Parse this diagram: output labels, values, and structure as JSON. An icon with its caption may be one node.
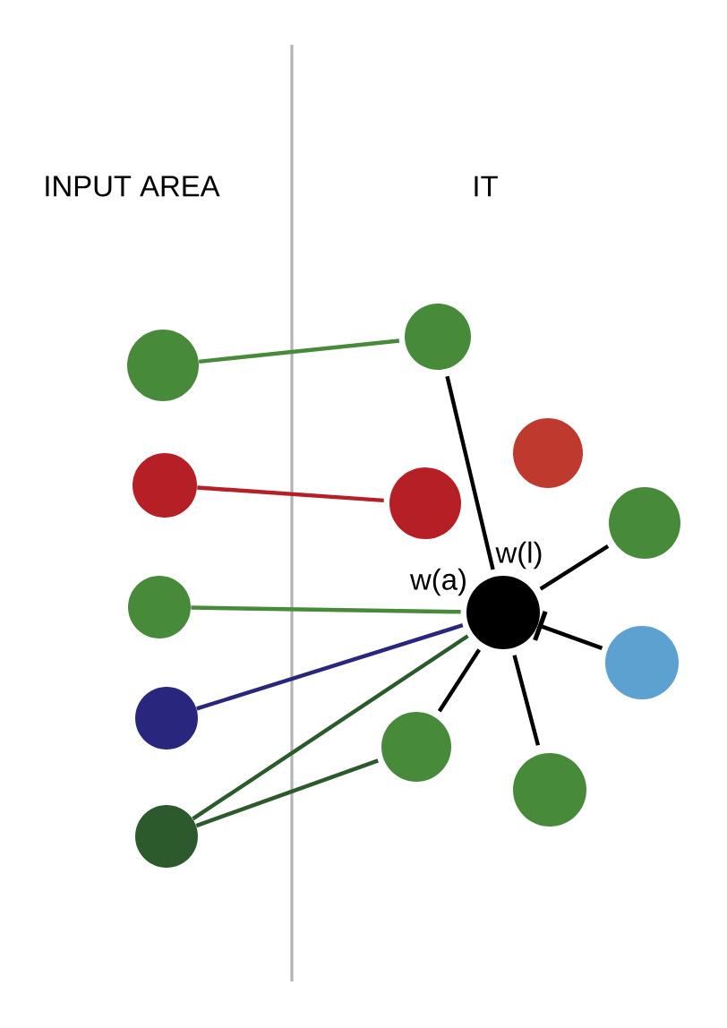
{
  "diagram": {
    "nodes": [
      {
        "text": [],
        "shape": "circle"
      },
      {
        "text": [],
        "shape": "circle"
      },
      {
        "text": [],
        "shape": "circle"
      },
      {
        "text": [],
        "shape": "circle"
      },
      {
        "text": [],
        "shape": "circle"
      },
      {
        "text": [],
        "shape": "circle"
      },
      {
        "text": [],
        "shape": "circle"
      },
      {
        "text": [],
        "shape": "circle"
      },
      {
        "text": [],
        "shape": "circle"
      },
      {
        "text": [],
        "shape": "circle",
        "beside": [
          "w(a)",
          "w(l)"
        ]
      },
      {
        "text": [],
        "shape": "circle"
      },
      {
        "text": [],
        "shape": "circle"
      },
      {
        "text": [],
        "shape": "circle"
      }
    ],
    "edges": [
      {
        "from": 0,
        "to": 5,
        "arrow": "none",
        "color": "#468a3a"
      },
      {
        "from": 1,
        "to": 6,
        "arrow": "none",
        "color": "#b61f26"
      },
      {
        "from": 2,
        "to": 9,
        "arrow": "none",
        "color": "#468a3a"
      },
      {
        "from": 3,
        "to": 9,
        "arrow": "none",
        "color": "#29267d"
      },
      {
        "from": 4,
        "to": 9,
        "arrow": "none",
        "color": "#2d5a2d"
      },
      {
        "from": 4,
        "to": 11,
        "arrow": "none",
        "color": "#2d5a2d"
      },
      {
        "from": 5,
        "to": 9,
        "arrow": "none"
      },
      {
        "from": 8,
        "to": 9,
        "arrow": "none"
      },
      {
        "from": 10,
        "to": 9,
        "arrow": "other"
      },
      {
        "from": 11,
        "to": 9,
        "arrow": "none"
      },
      {
        "from": 12,
        "to": 9,
        "arrow": "none"
      }
    ],
    "labels": [
      "INPUT AREA",
      "IT"
    ]
  }
}
